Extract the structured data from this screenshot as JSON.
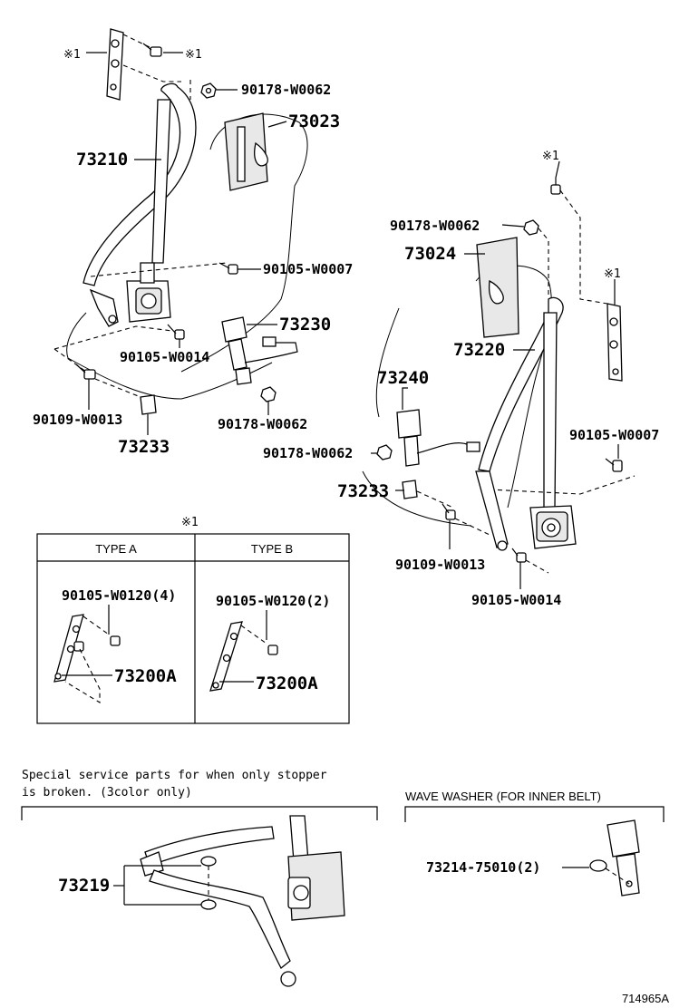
{
  "labels": {
    "ref1_a": "※1",
    "ref1_b": "※1",
    "ref1_c": "※1",
    "ref1_d": "※1",
    "ref1_table": "※1",
    "p90178_a": "90178-W0062",
    "p73023": "73023",
    "p73210": "73210",
    "p90105_w0007_a": "90105-W0007",
    "p73230": "73230",
    "p90105_w0014_a": "90105-W0014",
    "p90109_a": "90109-W0013",
    "p90178_b": "90178-W0062",
    "p73233_a": "73233",
    "p90178_c": "90178-W0062",
    "p73024": "73024",
    "p73220": "73220",
    "p73240": "73240",
    "p90105_w0007_b": "90105-W0007",
    "p90178_d": "90178-W0062",
    "p73233_b": "73233",
    "p90109_b": "90109-W0013",
    "p90105_w0014_b": "90105-W0014"
  },
  "table": {
    "type_a": "TYPE A",
    "type_b": "TYPE B",
    "a_bolt": "90105-W0120(4)",
    "a_part": "73200A",
    "b_bolt": "90105-W0120(2)",
    "b_part": "73200A"
  },
  "special": {
    "note_line1": "Special service parts for when only stopper",
    "note_line2": " is broken. (3color only)",
    "part": "73219"
  },
  "wave": {
    "title": "WAVE WASHER (FOR INNER BELT)",
    "part": "73214-75010(2)"
  },
  "figure_id": "714965A"
}
